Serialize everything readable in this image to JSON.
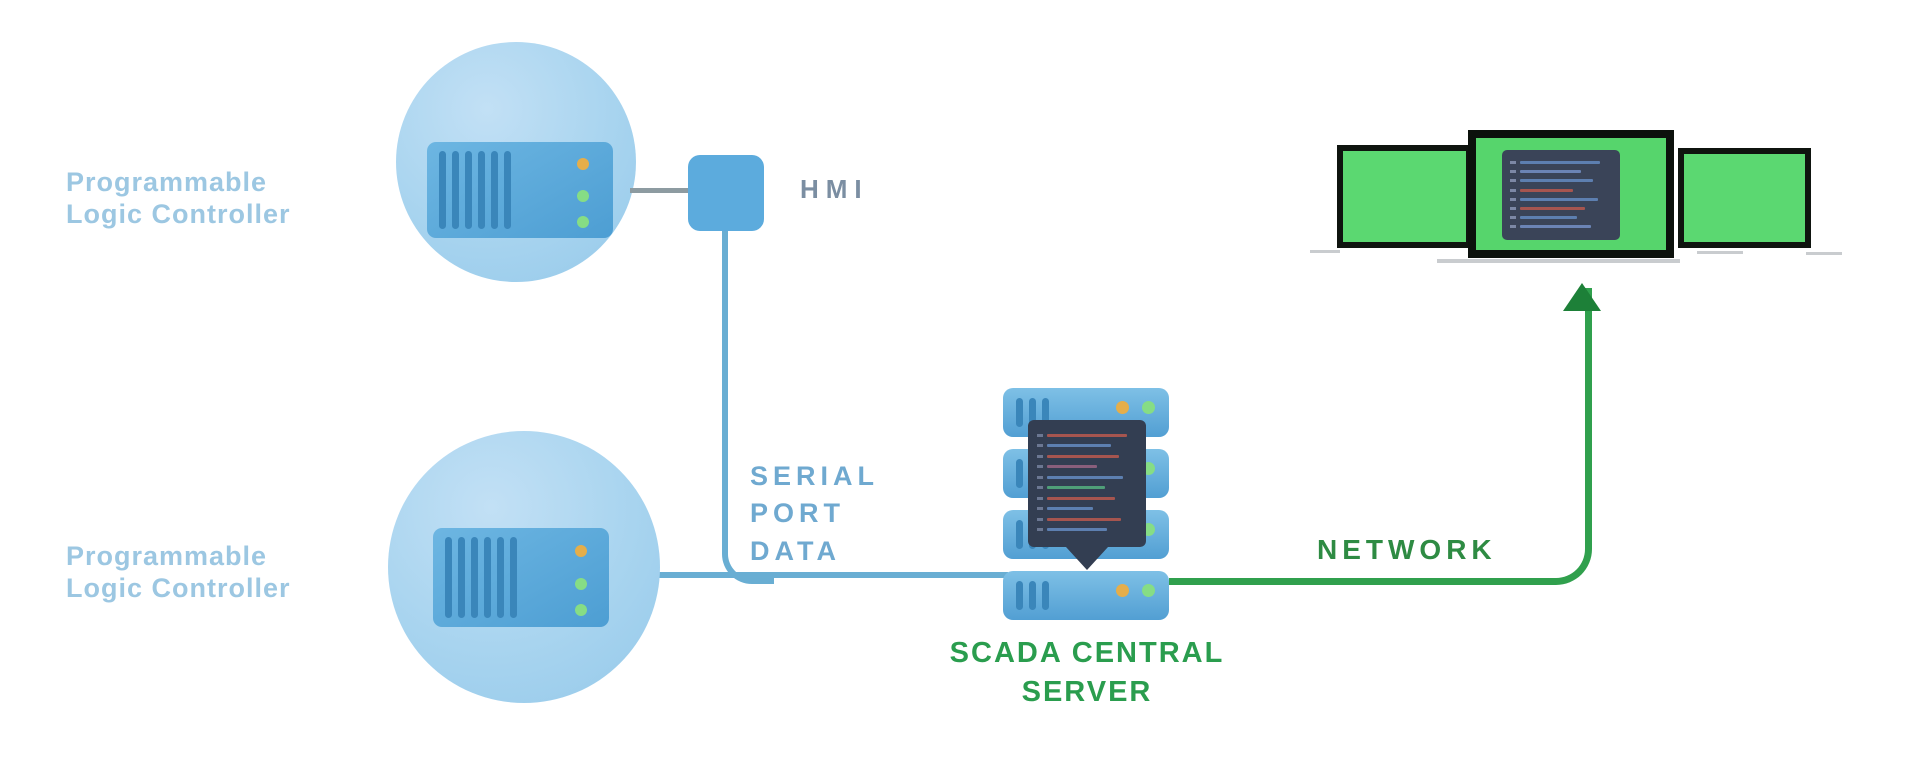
{
  "nodes": {
    "plc_top": {
      "label_line1": "Programmable",
      "label_line2": "Logic Controller"
    },
    "plc_bottom": {
      "label_line1": "Programmable",
      "label_line2": "Logic Controller"
    },
    "hmi": {
      "label": "HMI"
    },
    "scada_server": {
      "label_line1": "SCADA CENTRAL",
      "label_line2": "SERVER"
    },
    "operator_workstation": {
      "label": ""
    }
  },
  "connections": {
    "serial": {
      "label_line1": "SERIAL",
      "label_line2": "PORT",
      "label_line3": "DATA"
    },
    "network": {
      "label": "NETWORK"
    }
  },
  "icons": {
    "plc_device": "plc-device-icon",
    "server_rack": "server-rack-icon",
    "code_bubble": "code-window-icon",
    "monitor": "monitor-icon",
    "arrow_up": "arrow-up-icon"
  },
  "colors": {
    "plc_label_text": "#9cc7e2",
    "hmi_label_text": "#7b8ea2",
    "serial_label_text": "#6fa9d0",
    "scada_label_text": "#2a9d4e",
    "network_label_text": "#2e8b43",
    "blue_connector": "#69aed3",
    "gray_connector": "#8d9ba1",
    "green_connector": "#30a04d",
    "node_blue": "#5cabdd",
    "circle_fill": "#a8d4ef",
    "server_fill": "#58a7d8",
    "monitor_screen_green": "#5bd871",
    "code_window_dark": "#333e52"
  }
}
